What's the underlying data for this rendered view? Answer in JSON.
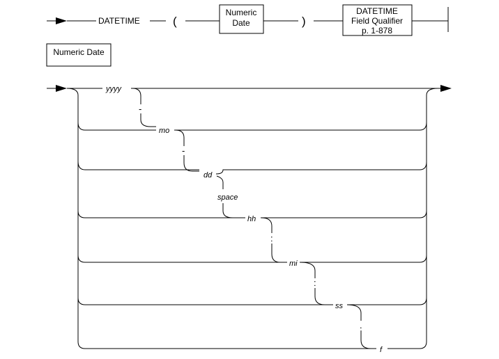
{
  "syntax": {
    "keyword": "DATETIME",
    "open_paren": "(",
    "close_paren": ")",
    "numeric_date_ref_line1": "Numeric",
    "numeric_date_ref_line2": "Date",
    "qualifier_line1": "DATETIME",
    "qualifier_line2": "Field Qualifier",
    "qualifier_line3": "p. 1-878"
  },
  "segment_title": "Numeric Date",
  "path": {
    "yyyy": "yyyy",
    "sep_dash_1": "-",
    "mo": "mo",
    "sep_dash_2": "-",
    "dd": "dd",
    "space": "space",
    "hh": "hh",
    "sep_colon_1": ":",
    "mi": "mi",
    "sep_colon_2": ":",
    "ss": "ss",
    "sep_dot": ".",
    "f": "f"
  }
}
